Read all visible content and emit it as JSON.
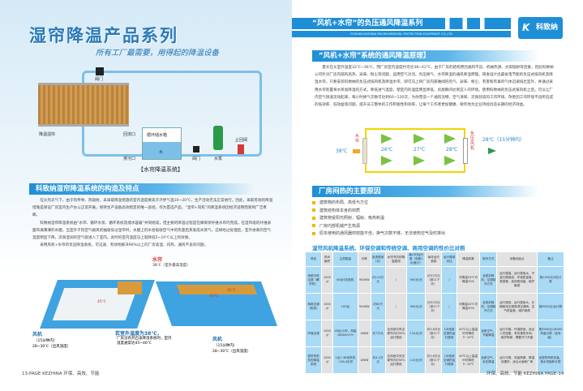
{
  "left": {
    "title": "湿帘降温产品系列",
    "slogan": "所有工厂最需要，用得起的降温设备",
    "diagram": {
      "valve_top": "阀门",
      "pad_label": "降温湿帘",
      "return_port": "回流口",
      "drain_port": "排污口",
      "tank_label": "循环储水箱",
      "water": "水",
      "valve_bottom": "阀门",
      "pump": "水泵",
      "check_valve": "止回阀",
      "caption": "【水帘降温系统】"
    },
    "section_title": "科致纳湿帘降温系统的构造及特点",
    "paragraphs": [
      "在炎热天气下，由于热传导、热辐射，未采取降温措施的室内温度要高于外界气温10~20℃，生产活动无法正常进行。因此，采取有效的降温措施是保证厂房室内生产办公正常开展，保持生产设备高效稳定的唯一途径。作为首选产品，“湿帘+风机”的降温系统因经济适用而受到广泛青睐。",
      "科致纳湿帘降温系统由“水帘、循环水泵、循环系统及储水容器”共同组成，但主要的降温过程是在蜂窝状纤维水帘内完成。在湿帘纸的纤维表面布满薄薄的水膜，当室外干热空气被风机抽吸穿过湿帘时，水膜上的水会吸收空气中的热量后蒸发成水蒸气，这样经过处理后，室外进来的空气温度明显下降，凉爽湿润的空气就进入了室内。此时的室内温度马上就降低5~10℃以上的效果。",
      "采用风机+水帘的负压降温系统，可迅速、有效地解决90%以上的厂房高温、闷热、通风不良的问题。"
    ],
    "illustration": {
      "pad_label": "水帘",
      "pad_temp": "38℃（室外最高温度）",
      "inner_temp_1": "45℃",
      "inner_temp_2": "45℃",
      "inner_temp_3": "45℃",
      "fan_left": "风机",
      "fan_left_time": "（15分钟内）",
      "fan_left_temp": "28~30℃（出风温度）",
      "indoor_label": "若室外温度为38℃，",
      "indoor_desc": "厂房没有开启该降温系统时，室内温度通常达45~46℃",
      "fan_right": "风机",
      "fan_right_time": "（15分钟内）",
      "fan_right_temp": "28~30℃（出风温度）"
    },
    "footer": "13-PAGE  KEZHINA 环保、高效、节能"
  },
  "right": {
    "header_title": "“风机+水帘”的负压通风降温系列",
    "header_subtitle": "FOSHAN KEZHINA ENVIRONMENTAL PROTECTION EQUIPMENT CO.,LTD",
    "logo_text": "科致纳",
    "section1_title": "“风机+水帘”系统的通风降温原理】",
    "section1_text": "夏天在炎室外温度32℃~36℃，而厂房室内温度约可达38~42℃，由于厂房的结构原因通风不良、机械热源、太阳辐射等因素，因此科致纳公司针对厂房内部的高热、异味、粉尘等问题，运用空气对流、负压换气、水帘降温的通风降温原理，研发设计出最省电节能的负压式排风机及降温水帘，只要安装科致纳的负压式排风机及降温水帘，即可马上将厂房内部难闻的热气、异味、粉尘、有害和有毒的气体迅速排出室外，并通过采用水帘装置将水蒸发降温的方式，降低进气温度，使室内的温度明显降低，房屋瞬间达到宜人的环境。使用科致纳的负压式排风机之后，可以让厂内空气快速流动起来，每小时换气次数可达到60~120次，为你营造一个通风流畅、空气清新、凉爽舒适的工作环境，改善因工作环境不良所造成的低效率、低效益等问题，提升员工整体的工作积极性和效率，让每个工作者更加健康、微笑地为企业持续创造长期的经济效益。",
    "flow": {
      "pad_label": "水帘",
      "fan_label": "负压风机",
      "outside_temp": "38℃",
      "t1": "26℃",
      "t2": "27℃",
      "t3": "28℃",
      "result": "28℃（15分钟内）"
    },
    "section2_title": "厂房闷热的主要原因",
    "bullets": [
      "建筑物的布局、高低与方位",
      "建筑结构体本身的材质",
      "建筑物受阳光照射、辐射、吸热积温",
      "厂房内部机械产生热源",
      "原本使用的通风器材效能不佳，换气次数不够，无法使热空气及时排出"
    ],
    "table_title": "湿帘风机降温系统、环保空调和传统空调、商用空调的性价比对照",
    "table": {
      "headers": [
        "项目",
        "车间面积",
        "主机数量",
        "功率",
        "投资费用（元）",
        "水帘节约的降温费用",
        "每小时运行费（电费1元/度计）",
        "每年运行费用",
        "运行费用对比",
        "降温效果",
        "制冷方式",
        "设备优缺点",
        "备注"
      ],
      "rows": [
        [
          "传统中央空调（螺杆机）",
          "1000㎡",
          "80台5匹柜机",
          "900KW",
          "约114万元",
          "/",
          "900元/天",
          "约31万元（按11个月）",
          "/",
          "可降温24℃可降温30%",
          "全密封换风，空调制冷方式",
          "运行费高，运行费用太，不宜长期使用，环境质量差，易感冒，投资费用高，维护麻烦",
          "按1200元/5匹计算"
        ],
        [
          "商用空调（柜机）",
          "1000㎡",
          "100台",
          "900KW",
          "约60万元",
          "/",
          "900元/天",
          "约31万元（按11个月）",
          "/",
          "可降温24℃可降温30%",
          "全密封换风，空调制冷方式",
          "运行费用，运行费用大，长期使用空调易得空调病，空气质量差，维护麻烦",
          "按6000元/台计算"
        ],
        [
          "环保空调",
          "1000㎡",
          "18台/小时，风量18000m³/h",
          "18KW",
          "约7万元",
          "比传统中央空调节约约90%运行费用",
          "110元/天",
          "约3.6万元（按11个月）",
          "1/8传统空调的运行费用",
          "40℃以上高温时可降低5~10℃",
          "全新空气，节能降温",
          "运行平稳，环境舒适，适合人员密集、有热源的车间，维护简单，需要开门开窗",
          "按3900元/18000风量计算（含安装）"
        ],
        [
          "湿帘风机负压降温系统",
          "1000㎡",
          "1台1.38米风机+30㎡水帘",
          "18KW",
          "约4.2万元",
          "比传统中央空调节约约90%运行费用",
          "110元/天",
          "约3.6万元（按11个月）",
          "1/8传统空调的运行费用",
          "40℃以上高温时可降低5~10℃",
          "全新空气，负压降温",
          "运行平稳，安装简便，降温效果好，适合大面积厂房",
          "含湿帘风机安装，按水帘面积计算"
        ]
      ]
    },
    "footer": "环保、高效、节能  KEZHINA  PAGE-14"
  }
}
